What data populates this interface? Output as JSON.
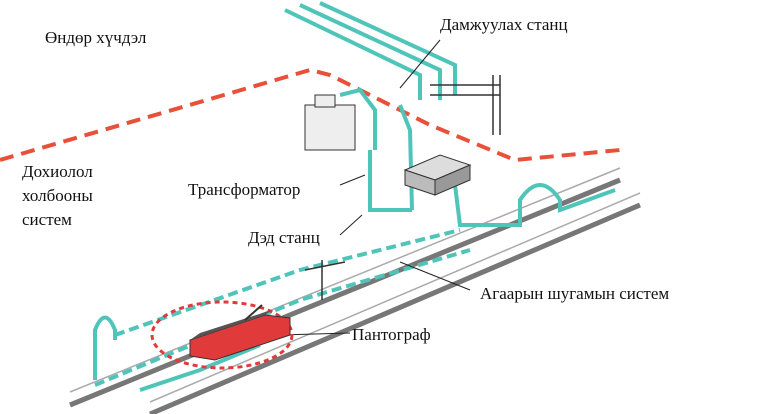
{
  "labels": {
    "high_voltage": "Өндөр хүчдэл",
    "transmission_station": "Дамжуулах станц",
    "signal_system_1": "Дохиолол",
    "signal_system_2": "холбооны",
    "signal_system_3": "систем",
    "transformer": "Трансформатор",
    "substation": "Дэд станц",
    "overhead_line": "Агаарын шугамын систем",
    "pantograph": "Пантограф"
  },
  "colors": {
    "flow": "#4fc4b8",
    "boundary": "#e8503a",
    "train": "#e03a3a",
    "rail": "#777777"
  }
}
